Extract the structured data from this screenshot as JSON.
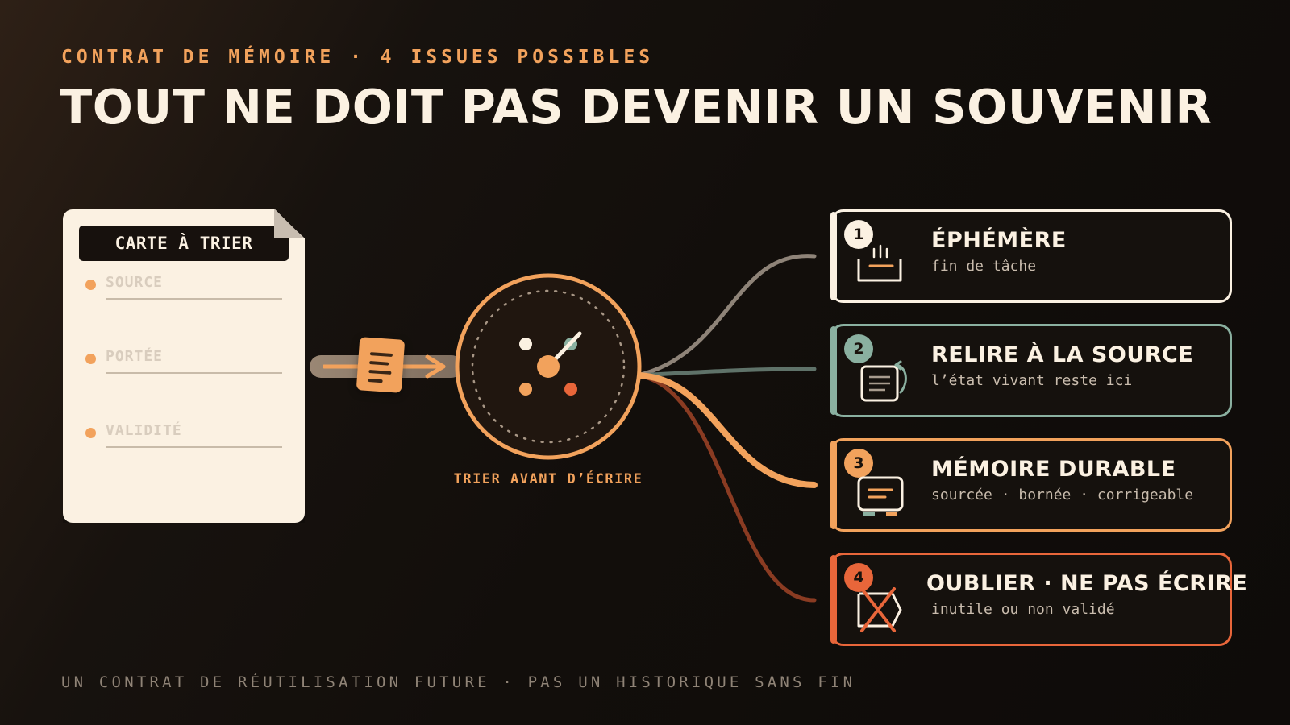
{
  "header": {
    "kicker": "CONTRAT DE MÉMOIRE · 4 ISSUES POSSIBLES",
    "title": "TOUT NE DOIT PAS DEVENIR UN SOUVENIR"
  },
  "card": {
    "title": "CARTE À TRIER",
    "fields": [
      "SOURCE",
      "PORTÉE",
      "VALIDITÉ"
    ]
  },
  "sorter": {
    "label": "TRIER AVANT D’ÉCRIRE"
  },
  "outcomes": [
    {
      "number": "1",
      "title": "ÉPHÉMÈRE",
      "subtitle": "fin de tâche",
      "color": "#fbf1e2",
      "icon": "tray-icon"
    },
    {
      "number": "2",
      "title": "RELIRE À LA SOURCE",
      "subtitle": "l’état vivant reste ici",
      "color": "#8ab0a0",
      "icon": "reread-document-icon"
    },
    {
      "number": "3",
      "title": "MÉMOIRE DURABLE",
      "subtitle": "sourcée · bornée · corrigeable",
      "color": "#f2a25c",
      "icon": "memory-card-icon"
    },
    {
      "number": "4",
      "title": "OUBLIER · NE PAS ÉCRIRE",
      "subtitle": "inutile ou non validé",
      "color": "#e8663a",
      "icon": "crossed-tag-icon"
    }
  ],
  "footer": "UN CONTRAT DE RÉUTILISATION FUTURE · PAS UN HISTORIQUE SANS FIN",
  "colors": {
    "accent": "#f2a25c",
    "teal": "#8ab0a0",
    "red": "#e8663a",
    "cream": "#fbf1e2",
    "gray_path": "#8e8378",
    "dark_red_path": "#8a3b22"
  }
}
